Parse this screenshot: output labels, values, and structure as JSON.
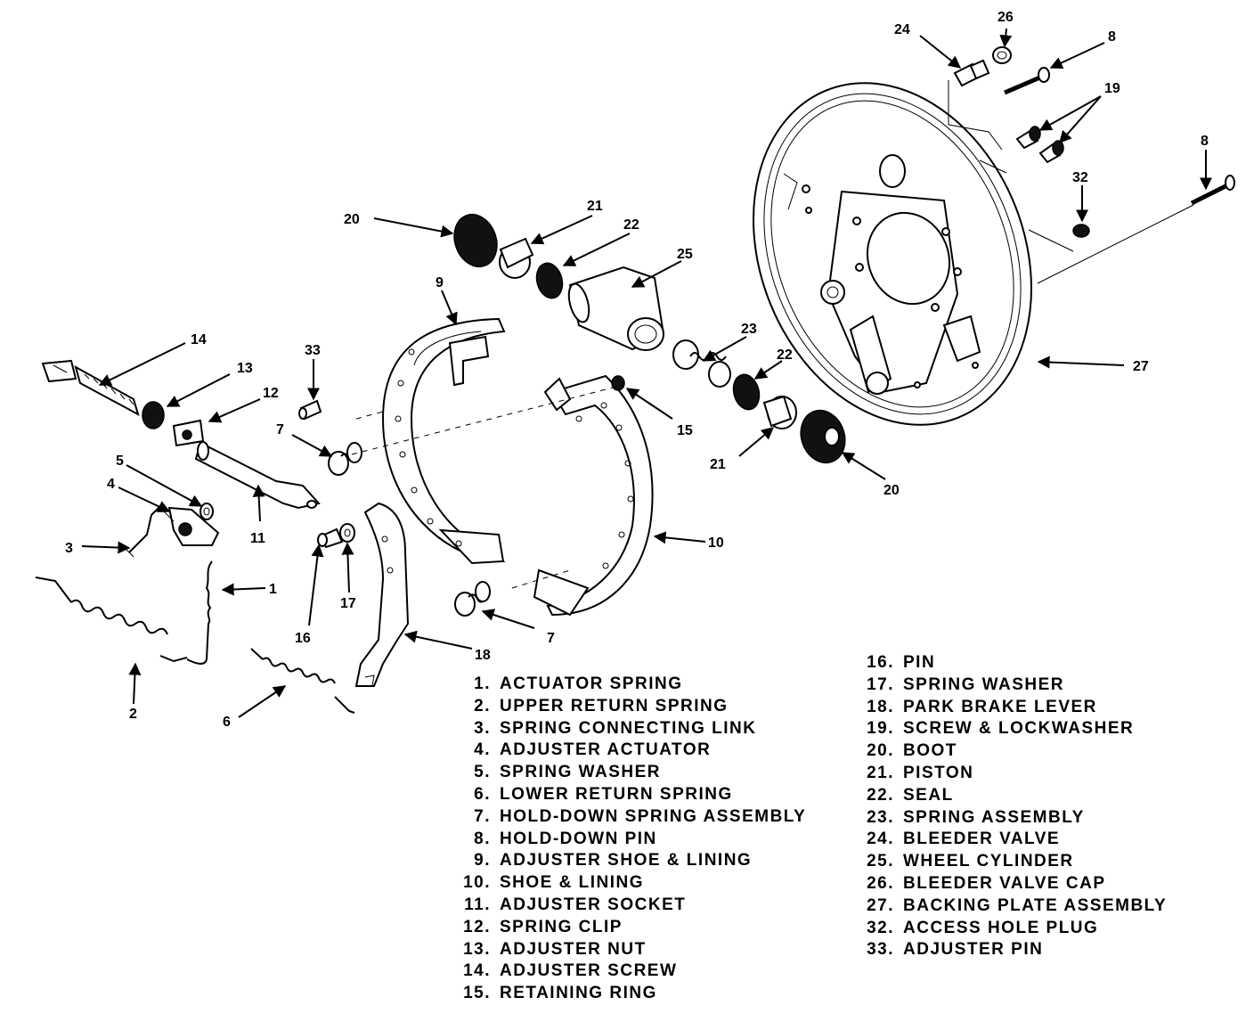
{
  "callouts": [
    {
      "id": "c1",
      "text": "1"
    },
    {
      "id": "c2",
      "text": "2"
    },
    {
      "id": "c3",
      "text": "3"
    },
    {
      "id": "c4",
      "text": "4"
    },
    {
      "id": "c5",
      "text": "5"
    },
    {
      "id": "c6",
      "text": "6"
    },
    {
      "id": "c7a",
      "text": "7"
    },
    {
      "id": "c7b",
      "text": "7"
    },
    {
      "id": "c8a",
      "text": "8"
    },
    {
      "id": "c8b",
      "text": "8"
    },
    {
      "id": "c9",
      "text": "9"
    },
    {
      "id": "c10",
      "text": "10"
    },
    {
      "id": "c11",
      "text": "11"
    },
    {
      "id": "c12",
      "text": "12"
    },
    {
      "id": "c13",
      "text": "13"
    },
    {
      "id": "c14",
      "text": "14"
    },
    {
      "id": "c15",
      "text": "15"
    },
    {
      "id": "c16",
      "text": "16"
    },
    {
      "id": "c17",
      "text": "17"
    },
    {
      "id": "c18",
      "text": "18"
    },
    {
      "id": "c19",
      "text": "19"
    },
    {
      "id": "c20a",
      "text": "20"
    },
    {
      "id": "c20b",
      "text": "20"
    },
    {
      "id": "c21a",
      "text": "21"
    },
    {
      "id": "c21b",
      "text": "21"
    },
    {
      "id": "c22a",
      "text": "22"
    },
    {
      "id": "c22b",
      "text": "22"
    },
    {
      "id": "c23",
      "text": "23"
    },
    {
      "id": "c24",
      "text": "24"
    },
    {
      "id": "c25",
      "text": "25"
    },
    {
      "id": "c26",
      "text": "26"
    },
    {
      "id": "c27",
      "text": "27"
    },
    {
      "id": "c32",
      "text": "32"
    },
    {
      "id": "c33",
      "text": "33"
    }
  ],
  "legend": {
    "left": [
      {
        "n": "1.",
        "label": "ACTUATOR SPRING"
      },
      {
        "n": "2.",
        "label": "UPPER RETURN SPRING"
      },
      {
        "n": "3.",
        "label": "SPRING CONNECTING LINK"
      },
      {
        "n": "4.",
        "label": "ADJUSTER ACTUATOR"
      },
      {
        "n": "5.",
        "label": "SPRING WASHER"
      },
      {
        "n": "6.",
        "label": "LOWER RETURN SPRING"
      },
      {
        "n": "7.",
        "label": "HOLD-DOWN SPRING ASSEMBLY"
      },
      {
        "n": "8.",
        "label": "HOLD-DOWN PIN"
      },
      {
        "n": "9.",
        "label": "ADJUSTER SHOE & LINING"
      },
      {
        "n": "10.",
        "label": "SHOE & LINING"
      },
      {
        "n": "11.",
        "label": "ADJUSTER SOCKET"
      },
      {
        "n": "12.",
        "label": "SPRING CLIP"
      },
      {
        "n": "13.",
        "label": "ADJUSTER NUT"
      },
      {
        "n": "14.",
        "label": "ADJUSTER SCREW"
      },
      {
        "n": "15.",
        "label": "RETAINING RING"
      }
    ],
    "right": [
      {
        "n": "16.",
        "label": "PIN"
      },
      {
        "n": "17.",
        "label": "SPRING WASHER"
      },
      {
        "n": "18.",
        "label": "PARK BRAKE LEVER"
      },
      {
        "n": "19.",
        "label": "SCREW & LOCKWASHER"
      },
      {
        "n": "20.",
        "label": "BOOT"
      },
      {
        "n": "21.",
        "label": "PISTON"
      },
      {
        "n": "22.",
        "label": "SEAL"
      },
      {
        "n": "23.",
        "label": "SPRING ASSEMBLY"
      },
      {
        "n": "24.",
        "label": "BLEEDER VALVE"
      },
      {
        "n": "25.",
        "label": "WHEEL CYLINDER"
      },
      {
        "n": "26.",
        "label": "BLEEDER VALVE CAP"
      },
      {
        "n": "27.",
        "label": "BACKING PLATE ASSEMBLY"
      },
      {
        "n": "32.",
        "label": "ACCESS HOLE PLUG"
      },
      {
        "n": "33.",
        "label": "ADJUSTER PIN"
      }
    ]
  }
}
